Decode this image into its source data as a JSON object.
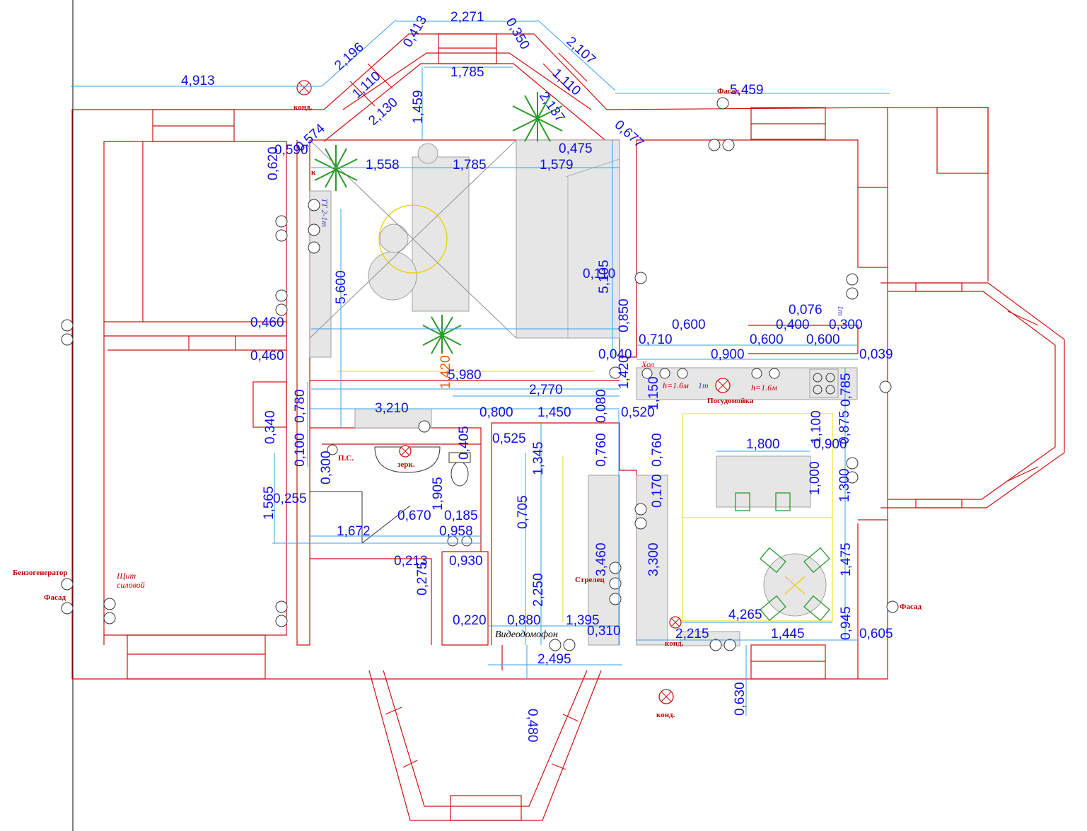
{
  "colors": {
    "walls": "#d01010",
    "dimensions": "#1010e0",
    "dimension_lines": "#3aa0e8",
    "labels": "#c00000",
    "furniture": "#e6e6e6",
    "accent_orange": "#e06010",
    "light_yellow": "#e8d000",
    "plant_green": "#2a9a2a"
  },
  "labels": {
    "kond_top": "конд.",
    "fasad_top": "Фасад",
    "kond_bottom_right": "конд.",
    "kond_bottom": "конд.",
    "benzogenerator": "Бензогенератор",
    "fasad_left": "Фасад",
    "fasad_right": "Фасад",
    "shchit_line1": "Щит",
    "shchit_line2": "силовой",
    "ps": "П.С.",
    "zerk": "зерк.",
    "posudomoyka": "Посудомойка",
    "hol": "Хол",
    "h16_a": "h=1.6м",
    "h16_b": "h=1.6м",
    "strelets": "Стрелец",
    "videodomofon": "Видеодомофон",
    "tt2": "ТТ 2-1т",
    "tt_mark": "1т",
    "tt_mark2": "1т",
    "k_mark": "к"
  },
  "dimensions": [
    {
      "id": "d2271",
      "text": "2,271"
    },
    {
      "id": "d0413",
      "text": "0,413"
    },
    {
      "id": "d0350",
      "text": "0,350"
    },
    {
      "id": "d2196",
      "text": "2,196"
    },
    {
      "id": "d2107",
      "text": "2,107"
    },
    {
      "id": "d4913",
      "text": "4,913"
    },
    {
      "id": "d1110a",
      "text": "1,110"
    },
    {
      "id": "d1785a",
      "text": "1,785"
    },
    {
      "id": "d1110b",
      "text": "1,110"
    },
    {
      "id": "d5459",
      "text": "5,459"
    },
    {
      "id": "d2130",
      "text": "2,130"
    },
    {
      "id": "d1459",
      "text": "1,459"
    },
    {
      "id": "d2137",
      "text": "2,137"
    },
    {
      "id": "d0574",
      "text": "0,574"
    },
    {
      "id": "d0677",
      "text": "0,677"
    },
    {
      "id": "d0620",
      "text": "0,620"
    },
    {
      "id": "d0590",
      "text": "0,590"
    },
    {
      "id": "d0475",
      "text": "0,475"
    },
    {
      "id": "d1558",
      "text": "1,558"
    },
    {
      "id": "d1785b",
      "text": "1,785"
    },
    {
      "id": "d1579",
      "text": "1,579"
    },
    {
      "id": "d5600",
      "text": "5,600"
    },
    {
      "id": "d0110",
      "text": "0,110"
    },
    {
      "id": "d5105",
      "text": "5,105"
    },
    {
      "id": "d0076",
      "text": "0,076"
    },
    {
      "id": "d0460a",
      "text": "0,460"
    },
    {
      "id": "d0850",
      "text": "0,850"
    },
    {
      "id": "d0600a",
      "text": "0,600"
    },
    {
      "id": "d0400",
      "text": "0,400"
    },
    {
      "id": "d0300a",
      "text": "0,300"
    },
    {
      "id": "d0710",
      "text": "0,710"
    },
    {
      "id": "d0600b",
      "text": "0,600"
    },
    {
      "id": "d0600c",
      "text": "0,600"
    },
    {
      "id": "d0460b",
      "text": "0,460"
    },
    {
      "id": "d0040",
      "text": "0,040"
    },
    {
      "id": "d0900a",
      "text": "0,900"
    },
    {
      "id": "d0039",
      "text": "0,039"
    },
    {
      "id": "d1420a",
      "text": "1,420"
    },
    {
      "id": "d5980",
      "text": "5,980"
    },
    {
      "id": "d1420b",
      "text": "1,420"
    },
    {
      "id": "d1150",
      "text": "1,150"
    },
    {
      "id": "d0785",
      "text": "0,785"
    },
    {
      "id": "d2770",
      "text": "2,770"
    },
    {
      "id": "d0780",
      "text": "0,780"
    },
    {
      "id": "d0080",
      "text": "0,080"
    },
    {
      "id": "d3210",
      "text": "3,210"
    },
    {
      "id": "d0800",
      "text": "0,800"
    },
    {
      "id": "d1450",
      "text": "1,450"
    },
    {
      "id": "d0520",
      "text": "0,520"
    },
    {
      "id": "d0340",
      "text": "0,340"
    },
    {
      "id": "d1100",
      "text": "1,100"
    },
    {
      "id": "d0875",
      "text": "0,875"
    },
    {
      "id": "d0525",
      "text": "0,525"
    },
    {
      "id": "d1800",
      "text": "1,800"
    },
    {
      "id": "d0900b",
      "text": "0,900"
    },
    {
      "id": "d0100",
      "text": "0,100"
    },
    {
      "id": "d0405",
      "text": "0,405"
    },
    {
      "id": "d0760a",
      "text": "0,760"
    },
    {
      "id": "d0760b",
      "text": "0,760"
    },
    {
      "id": "d1345",
      "text": "1,345"
    },
    {
      "id": "d0300b",
      "text": "0,300"
    },
    {
      "id": "d1000",
      "text": "1,000"
    },
    {
      "id": "d1300",
      "text": "1,300"
    },
    {
      "id": "d1905",
      "text": "1,905"
    },
    {
      "id": "d0170",
      "text": "0,170"
    },
    {
      "id": "d1565",
      "text": "1,565"
    },
    {
      "id": "d0255",
      "text": "0,255"
    },
    {
      "id": "d0670",
      "text": "0,670"
    },
    {
      "id": "d0185",
      "text": "0,185"
    },
    {
      "id": "d0705",
      "text": "0,705"
    },
    {
      "id": "d1672",
      "text": "1,672"
    },
    {
      "id": "d0958",
      "text": "0,958"
    },
    {
      "id": "d3460",
      "text": "3,460"
    },
    {
      "id": "d3300",
      "text": "3,300"
    },
    {
      "id": "d1475",
      "text": "1,475"
    },
    {
      "id": "d0213",
      "text": "0,213"
    },
    {
      "id": "d0930",
      "text": "0,930"
    },
    {
      "id": "d0275",
      "text": "0,275"
    },
    {
      "id": "d2250",
      "text": "2,250"
    },
    {
      "id": "d4265",
      "text": "4,265"
    },
    {
      "id": "d0220",
      "text": "0,220"
    },
    {
      "id": "d0880",
      "text": "0,880"
    },
    {
      "id": "d1395",
      "text": "1,395"
    },
    {
      "id": "d0945",
      "text": "0,945"
    },
    {
      "id": "d0310",
      "text": "0,310"
    },
    {
      "id": "d2215",
      "text": "2,215"
    },
    {
      "id": "d1445",
      "text": "1,445"
    },
    {
      "id": "d0605",
      "text": "0,605"
    },
    {
      "id": "d2495",
      "text": "2,495"
    },
    {
      "id": "d0480",
      "text": "0,480"
    },
    {
      "id": "d0630",
      "text": "0,630"
    }
  ]
}
